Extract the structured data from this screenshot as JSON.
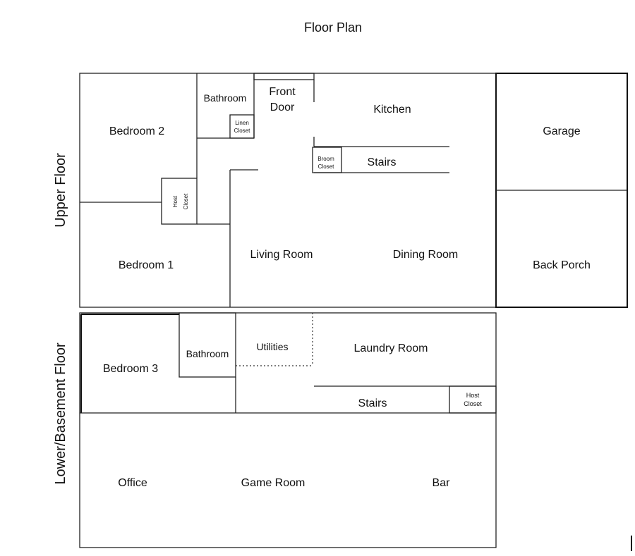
{
  "title": "Floor Plan",
  "floors": {
    "upper": "Upper Floor",
    "lower": "Lower/Basement Floor"
  },
  "colors": {
    "room_fill": "#cfe0f1",
    "wall": "#222222"
  },
  "upper_rooms": {
    "bedroom2": "Bedroom 2",
    "bathroom": "Bathroom",
    "linen_closet_1": "Linen",
    "linen_closet_2": "Closet",
    "front_door_1": "Front",
    "front_door_2": "Door",
    "kitchen": "Kitchen",
    "garage": "Garage",
    "broom_closet_1": "Broom",
    "broom_closet_2": "Closet",
    "stairs": "Stairs",
    "host_closet_1": "Host",
    "host_closet_2": "Closet",
    "bedroom1": "Bedroom 1",
    "living_room": "Living Room",
    "dining_room": "Dining Room",
    "back_porch": "Back Porch"
  },
  "lower_rooms": {
    "bedroom3": "Bedroom 3",
    "bathroom": "Bathroom",
    "utilities": "Utilities",
    "laundry_room": "Laundry Room",
    "stairs": "Stairs",
    "host_closet_1": "Host",
    "host_closet_2": "Closet",
    "office": "Office",
    "game_room": "Game Room",
    "bar": "Bar"
  }
}
